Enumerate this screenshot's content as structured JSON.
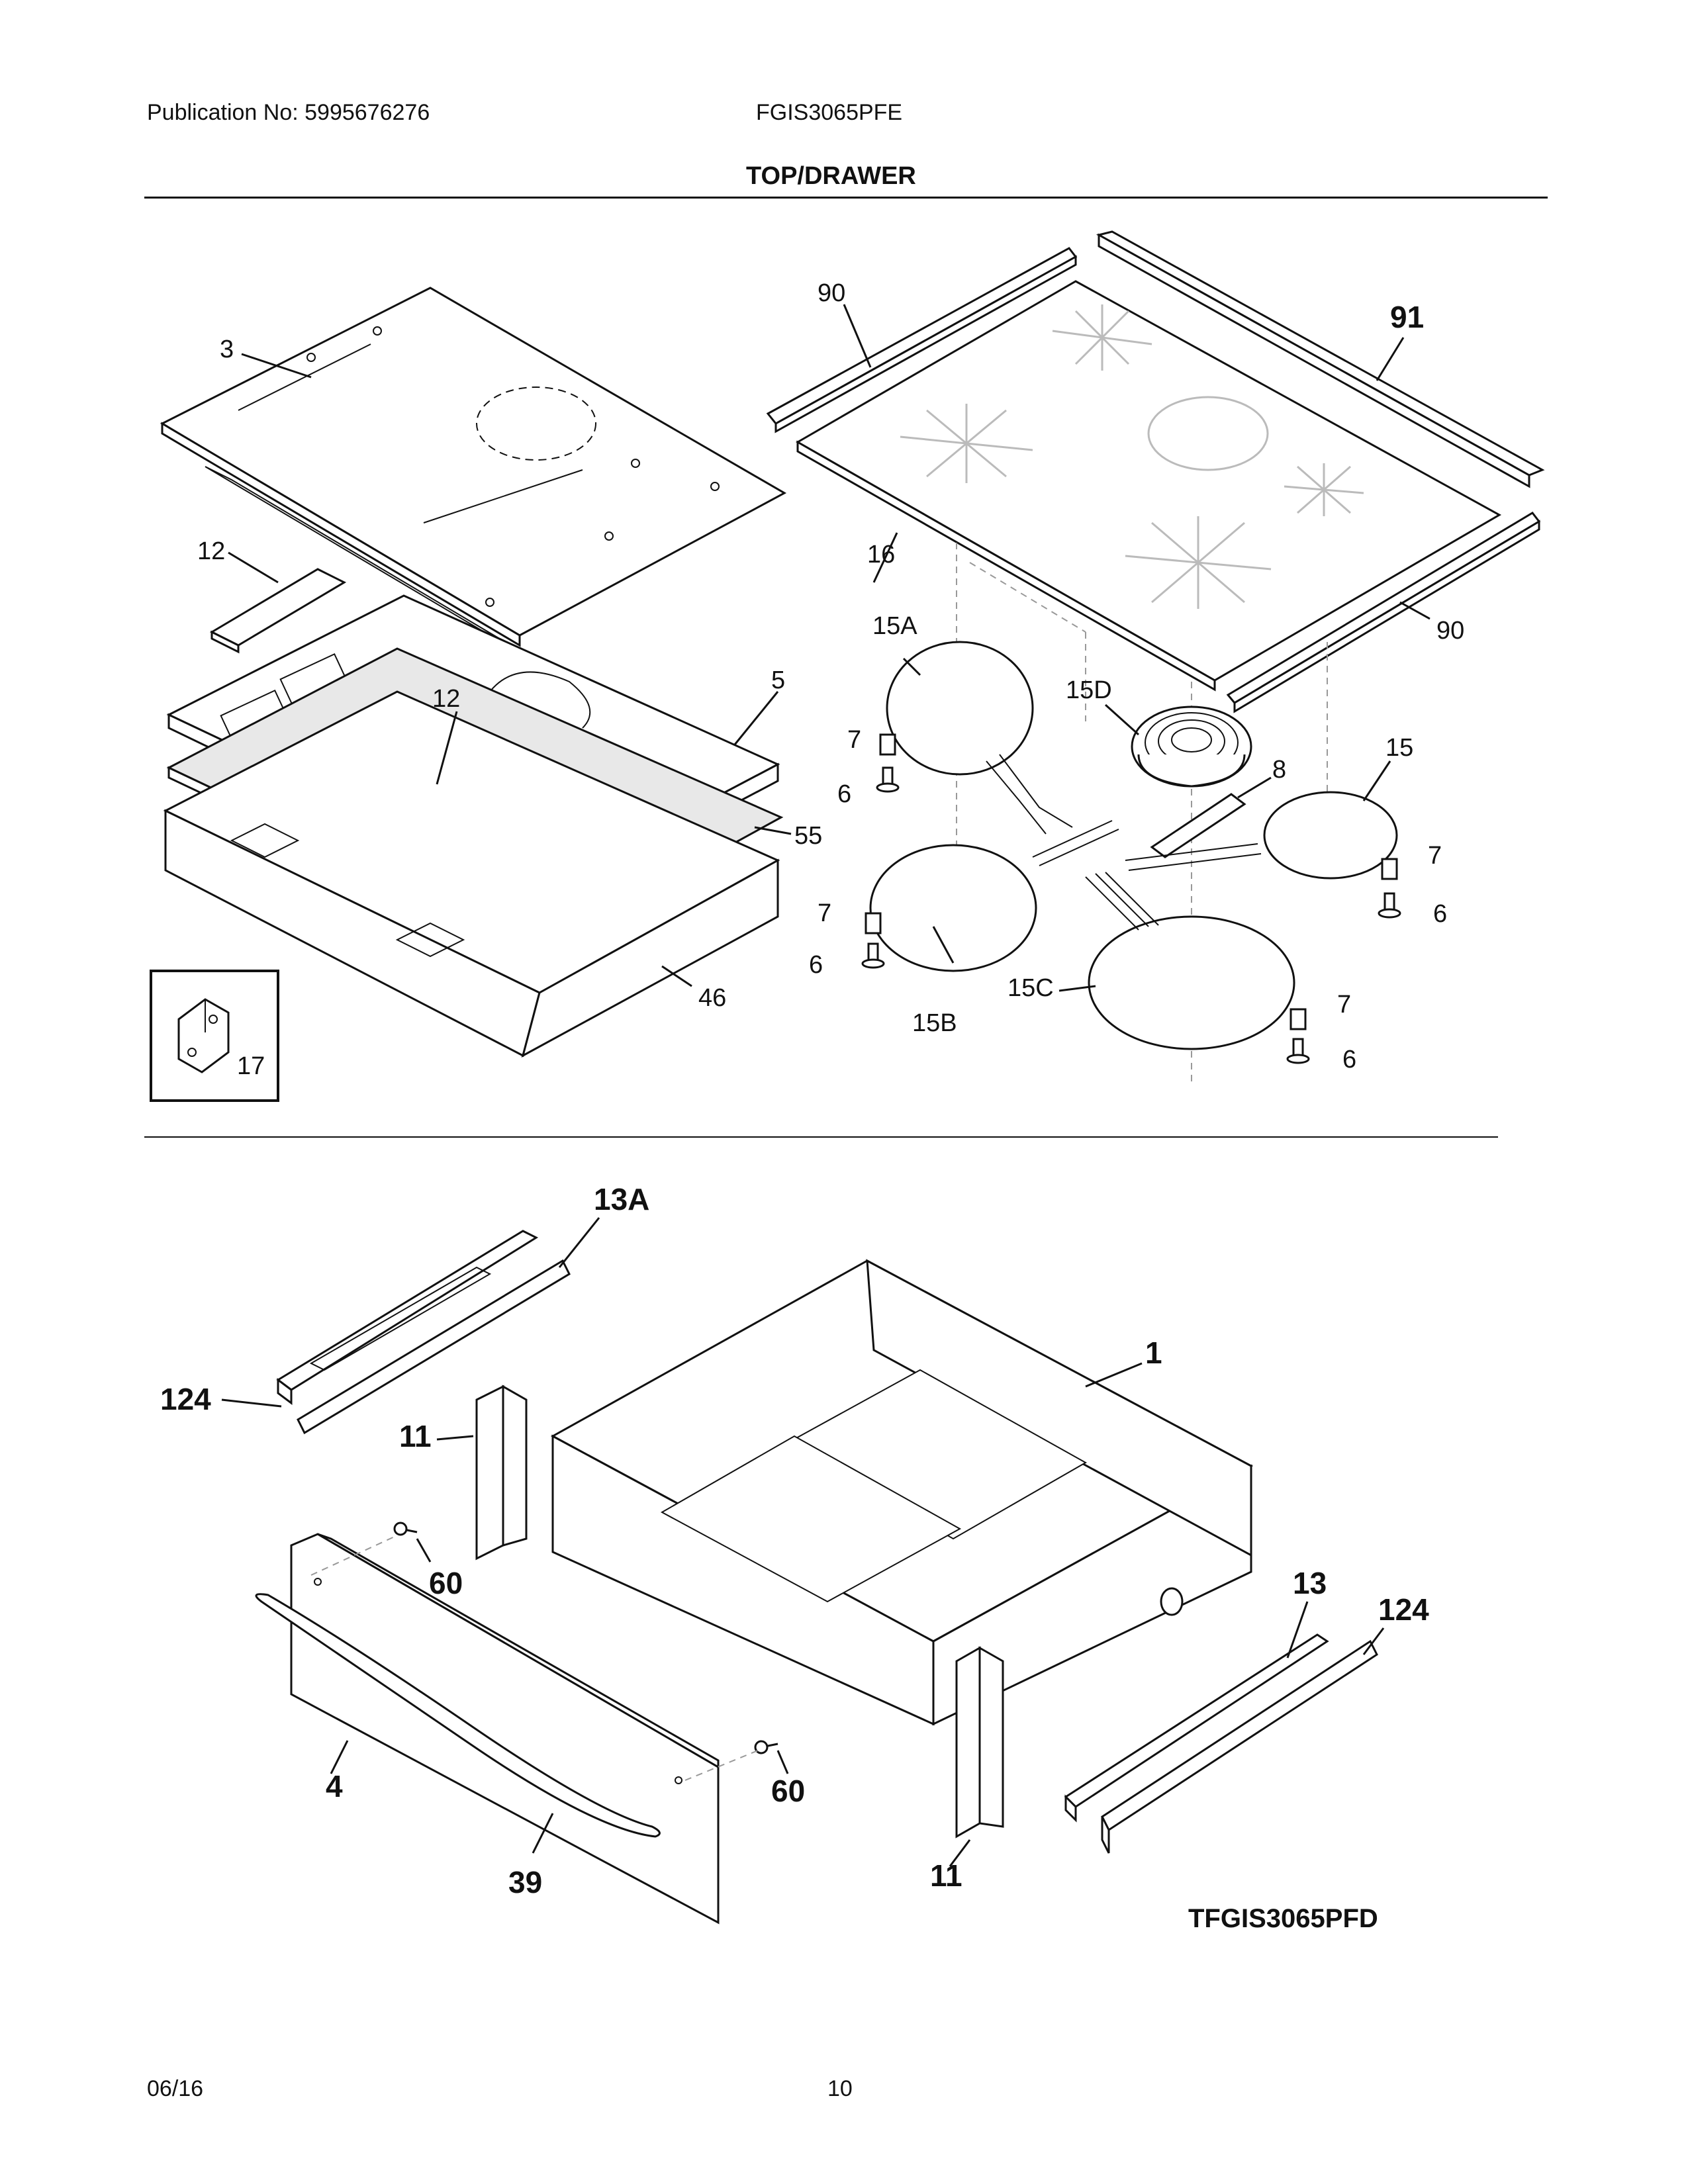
{
  "header": {
    "publication": "Publication No: 5995676276",
    "model": "FGIS3065PFE",
    "section_title": "TOP/DRAWER"
  },
  "top_callouts": {
    "c3": "3",
    "c12a": "12",
    "c12b": "12",
    "c5": "5",
    "c55": "55",
    "c46": "46",
    "c17": "17",
    "c90a": "90",
    "c91": "91",
    "c16": "16",
    "c90b": "90",
    "c15a": "15A",
    "c15d": "15D",
    "c15": "15",
    "c8": "8",
    "c7a": "7",
    "c6a": "6",
    "c7b": "7",
    "c6b": "6",
    "c7c": "7",
    "c6c": "6",
    "c7d": "7",
    "c6d": "6",
    "c15b": "15B",
    "c15c": "15C"
  },
  "drawer_callouts": {
    "c13a": "13A",
    "c124a": "124",
    "c11a": "11",
    "c1": "1",
    "c60a": "60",
    "c13": "13",
    "c124b": "124",
    "c4": "4",
    "c60b": "60",
    "c39": "39",
    "c11b": "11"
  },
  "diagram_code": "TFGIS3065PFD",
  "footer": {
    "date": "06/16",
    "page": "10"
  }
}
